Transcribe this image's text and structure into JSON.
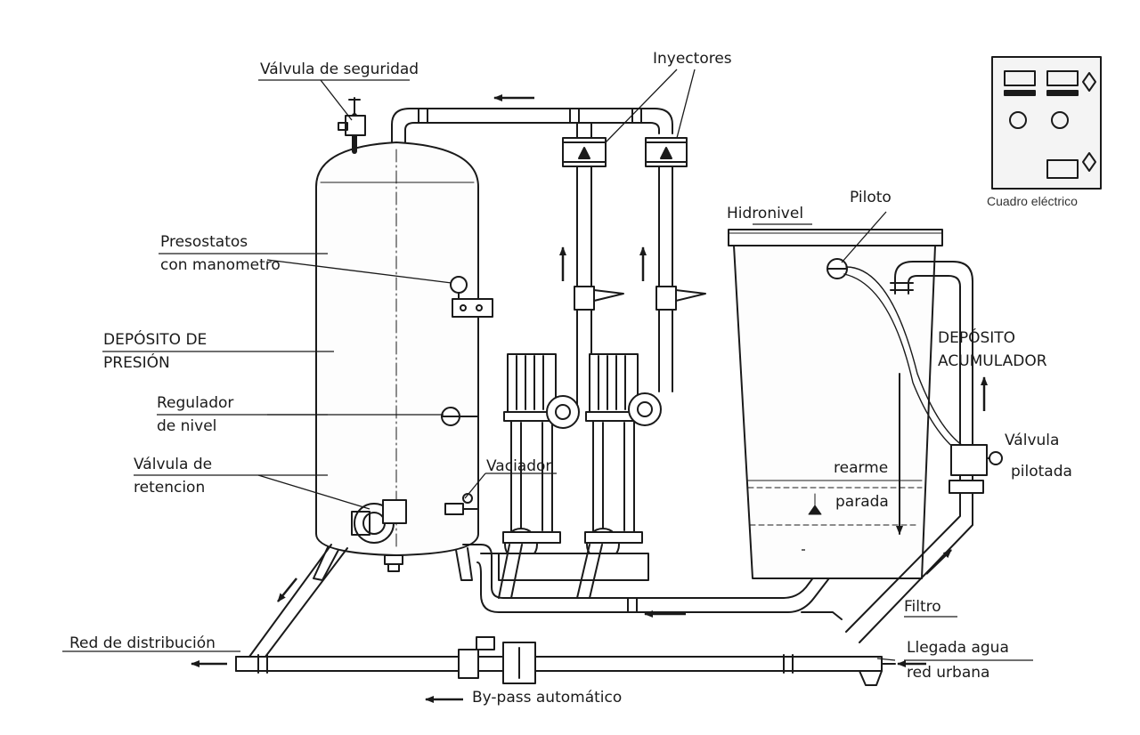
{
  "labels": {
    "valvula_seguridad": "Válvula de seguridad",
    "inyectores": "Inyectores",
    "cuadro_electrico": "Cuadro eléctrico",
    "presostatos_1": "Presostatos",
    "presostatos_2": "con manometro",
    "deposito_presion_1": "DEPÓSITO DE",
    "deposito_presion_2": "PRESIÓN",
    "regulador_1": "Regulador",
    "regulador_2": "de nivel",
    "valvula_retencion_1": "Válvula de",
    "valvula_retencion_2": "retencion",
    "vaciador": "Vaciador",
    "hidronivel": "Hidronivel",
    "piloto": "Piloto",
    "deposito_acumulador_1": "DEPÓSITO",
    "deposito_acumulador_2": "ACUMULADOR",
    "valvula_pilotada_1": "Válvula",
    "valvula_pilotada_2": "pilotada",
    "rearme": "rearme",
    "parada": "parada",
    "filtro": "Filtro",
    "llegada_1": "Llegada agua",
    "llegada_2": "red urbana",
    "red_distribucion": "Red de distribución",
    "bypass": "By-pass automático"
  },
  "colors": {
    "line": "#1a1a1a",
    "water": "#555555",
    "panel": "#f4f4f4"
  }
}
